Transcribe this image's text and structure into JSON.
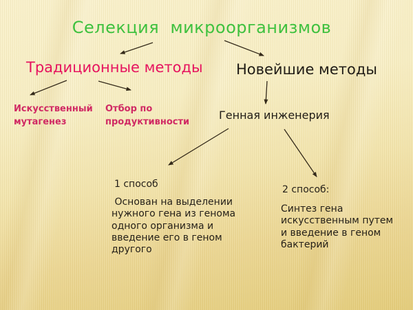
{
  "title": {
    "text": "Селекция  микроорганизмов",
    "color": "#3fc13f"
  },
  "left_branch": {
    "label": "Традиционные методы",
    "color": "#e6135f",
    "children": [
      {
        "label": "Искусственный\nмутагенез"
      },
      {
        "label": "Отбор по\nпродуктивности"
      }
    ]
  },
  "right_branch": {
    "label": "Новейшие методы",
    "color": "#201c16",
    "child": {
      "label": "Генная инженерия"
    },
    "methods": [
      {
        "heading": "1 способ",
        "body": " Основан на выделении\nнужного гена из генома\nодного организма и\nвведение его в геном\nдругого"
      },
      {
        "heading": "2 способ:",
        "body": "Синтез гена\nискусственным путем\nи введение в геном\nбактерий"
      }
    ]
  },
  "style_tokens": {
    "background_top_color": "#f8f0ca",
    "background_bottom_color": "#e3cc7b",
    "arrow_color": "#342a1a"
  }
}
